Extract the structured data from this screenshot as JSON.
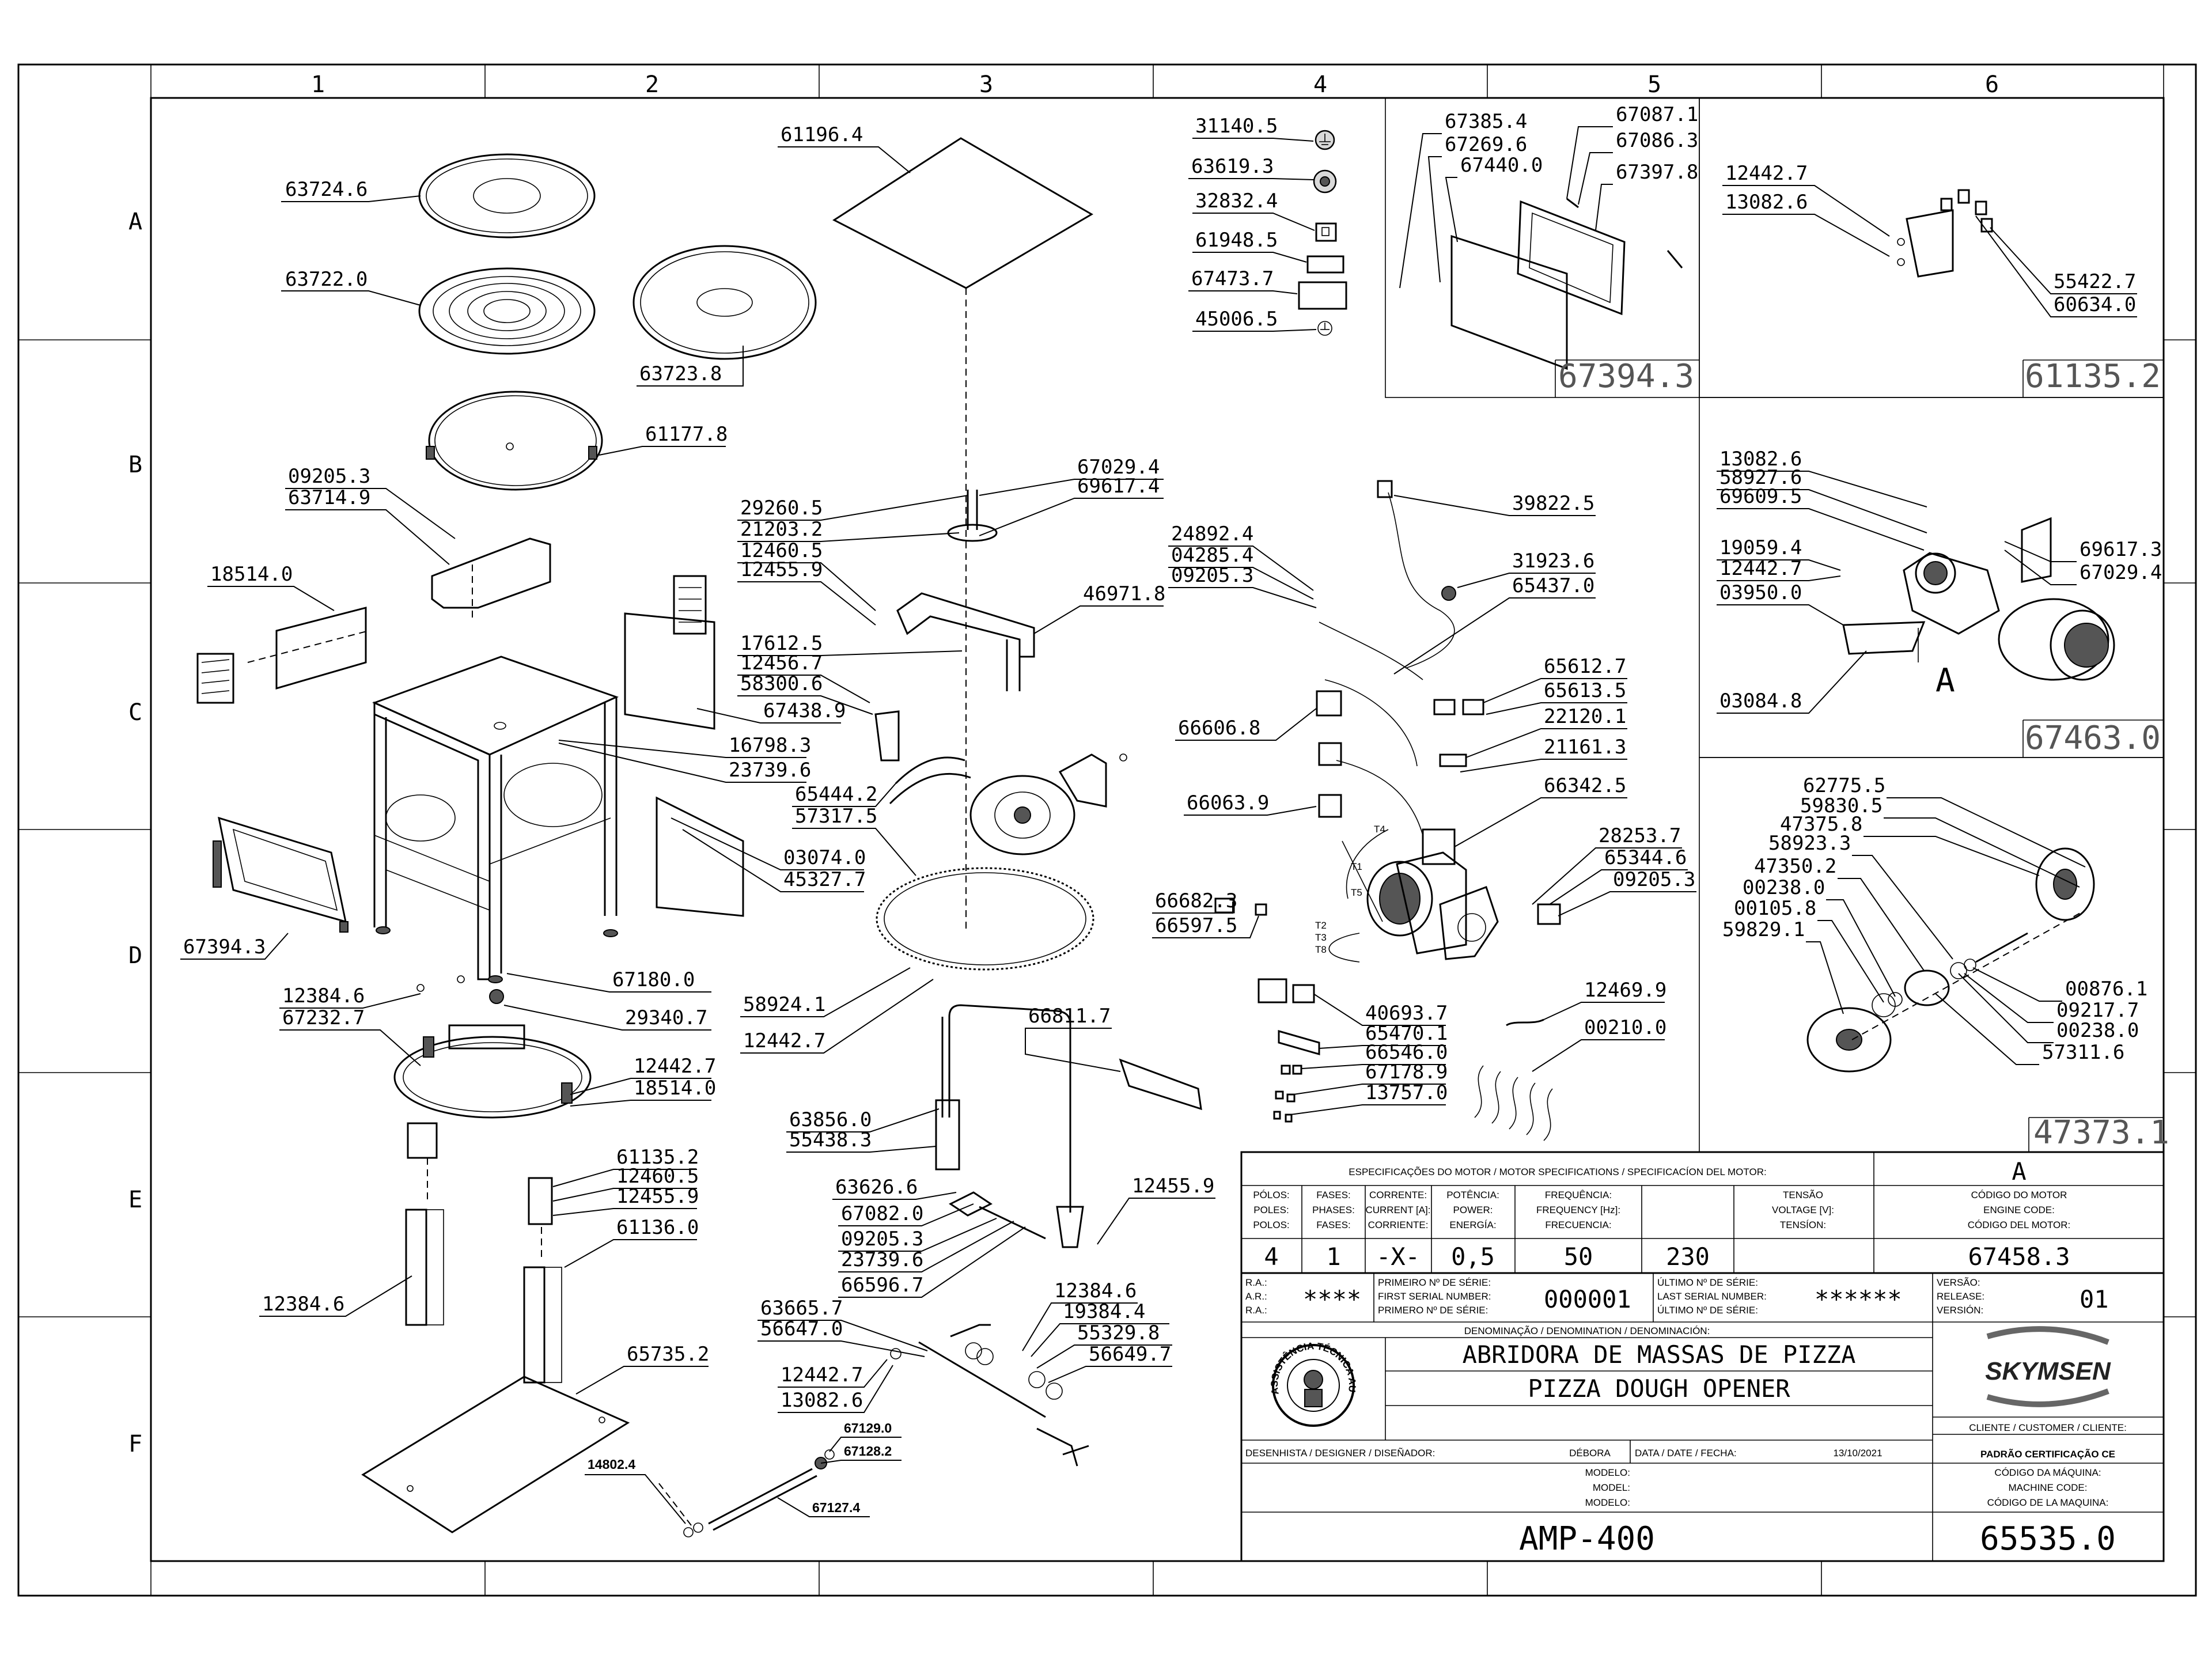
{
  "frame": {
    "columns": [
      "1",
      "2",
      "3",
      "4",
      "5",
      "6"
    ],
    "rows": [
      "A",
      "B",
      "C",
      "D",
      "E",
      "F"
    ]
  },
  "parts": {
    "p63724_6": "63724.6",
    "p63722_0": "63722.0",
    "p63723_8": "63723.8",
    "p61177_8": "61177.8",
    "p09205_3a": "09205.3",
    "p63714_9": "63714.9",
    "p18514_0a": "18514.0",
    "p67438_9": "67438.9",
    "p16798_3": "16798.3",
    "p23739_6a": "23739.6",
    "p03074_0": "03074.0",
    "p45327_7": "45327.7",
    "p67394_3a": "67394.3",
    "p12384_6a": "12384.6",
    "p67232_7": "67232.7",
    "p67180_0": "67180.0",
    "p29340_7": "29340.7",
    "p12442_7a": "12442.7",
    "p18514_0b": "18514.0",
    "p61135_2a": "61135.2",
    "p12460_5a": "12460.5",
    "p12455_9a": "12455.9",
    "p61136_0": "61136.0",
    "p12384_6b": "12384.6",
    "p65735_2": "65735.2",
    "p14802_4": "14802.4",
    "p67129_0": "67129.0",
    "p67128_2": "67128.2",
    "p67127_4": "67127.4",
    "p61196_4": "61196.4",
    "p67029_4a": "67029.4",
    "p69617_4": "69617.4",
    "p29260_5": "29260.5",
    "p21203_2": "21203.2",
    "p12460_5b": "12460.5",
    "p12455_9b": "12455.9",
    "p46971_8": "46971.8",
    "p17612_5": "17612.5",
    "p12456_7": "12456.7",
    "p58300_6": "58300.6",
    "p65444_2": "65444.2",
    "p57317_5": "57317.5",
    "p58924_1": "58924.1",
    "p12442_7b": "12442.7",
    "p66811_7": "66811.7",
    "p63856_0": "63856.0",
    "p55438_3": "55438.3",
    "p63626_6": "63626.6",
    "p67082_0": "67082.0",
    "p09205_3b": "09205.3",
    "p23739_6b": "23739.6",
    "p66596_7": "66596.7",
    "p12455_9c": "12455.9",
    "p12384_6c": "12384.6",
    "p19384_4": "19384.4",
    "p55329_8": "55329.8",
    "p56649_7": "56649.7",
    "p63665_7": "63665.7",
    "p56647_0": "56647.0",
    "p12442_7c": "12442.7",
    "p13082_6a": "13082.6",
    "p31140_5": "31140.5",
    "p63619_3": "63619.3",
    "p32832_4": "32832.4",
    "p61948_5": "61948.5",
    "p67473_7": "67473.7",
    "p45006_5": "45006.5",
    "p39822_5": "39822.5",
    "p24892_4": "24892.4",
    "p04285_4": "04285.4",
    "p09205_3c": "09205.3",
    "p31923_6": "31923.6",
    "p65437_0": "65437.0",
    "p65612_7": "65612.7",
    "p65613_5": "65613.5",
    "p22120_1": "22120.1",
    "p21161_3": "21161.3",
    "p66606_8": "66606.8",
    "p66063_9": "66063.9",
    "p66342_5": "66342.5",
    "p28253_7": "28253.7",
    "p65344_6": "65344.6",
    "p09205_3d": "09205.3",
    "p66682_3": "66682.3",
    "p66597_5": "66597.5",
    "p40693_7": "40693.7",
    "p65470_1": "65470.1",
    "p66546_0": "66546.0",
    "p67178_9": "67178.9",
    "p13757_0": "13757.0",
    "p12469_9": "12469.9",
    "p00210_0": "00210.0",
    "p67385_4": "67385.4",
    "p67269_6": "67269.6",
    "p67440_0": "67440.0",
    "p67087_1": "67087.1",
    "p67086_3": "67086.3",
    "p67397_8": "67397.8",
    "p12442_7d": "12442.7",
    "p13082_6b": "13082.6",
    "p55422_7": "55422.7",
    "p60634_0": "60634.0",
    "p13082_6c": "13082.6",
    "p58927_6": "58927.6",
    "p69609_5": "69609.5",
    "p19059_4": "19059.4",
    "p12442_7e": "12442.7",
    "p03950_0": "03950.0",
    "p03084_8": "03084.8",
    "p69617_3": "69617.3",
    "p67029_4b": "67029.4",
    "pA": "A",
    "p62775_5": "62775.5",
    "p59830_5": "59830.5",
    "p47375_8": "47375.8",
    "p58923_3": "58923.3",
    "p47350_2": "47350.2",
    "p00238_0a": "00238.0",
    "p00105_8": "00105.8",
    "p59829_1": "59829.1",
    "p00876_1": "00876.1",
    "p09217_7": "09217.7",
    "p00238_0b": "00238.0",
    "p57311_6": "57311.6",
    "wT4": "T4",
    "wT1": "T1",
    "wT5": "T5",
    "wT2": "T2",
    "wT3": "T3",
    "wT8": "T8"
  },
  "details": {
    "d1": "67394.3",
    "d2": "61135.2",
    "d3": "67463.0",
    "d4": "47373.1"
  },
  "motor_specs": {
    "header": "ESPECIFICAÇÕES DO MOTOR / MOTOR SPECIFICATIONS / SPECIFICACÍON DEL MOTOR:",
    "variant": "A",
    "col_poles": [
      "PÓLOS:",
      "POLES:",
      "POLOS:"
    ],
    "col_phases": [
      "FASES:",
      "PHASES:",
      "FASES:"
    ],
    "col_current": [
      "CORRENTE:",
      "CURRENT [A]:",
      "CORRIENTE:"
    ],
    "col_power": [
      "POTÊNCIA:",
      "POWER:",
      "ENERGÍA:"
    ],
    "col_freq": [
      "FREQUÊNCIA:",
      "FREQUENCY [Hz]:",
      "FRECUENCIA:"
    ],
    "col_voltage": [
      "TENSÃO",
      "VOLTAGE [V]:",
      "TENSÍON:"
    ],
    "col_code": [
      "CÓDIGO DO MOTOR",
      "ENGINE CODE:",
      "CÓDIGO DEL MOTOR:"
    ],
    "poles": "4",
    "phases": "1",
    "current": "-X-",
    "power": "0,5",
    "frequency": "50",
    "voltage": "230",
    "motor_code": "67458.3"
  },
  "serials": {
    "ra_labels": [
      "R.A.:",
      "A.R.:",
      "R.A.:"
    ],
    "ra_value": "****",
    "first_labels": [
      "PRIMEIRO Nº DE SÉRIE:",
      "FIRST SERIAL NUMBER:",
      "PRIMERO Nº DE SÉRIE:"
    ],
    "first_value": "000001",
    "last_labels": [
      "ÚLTIMO Nº DE SÉRIE:",
      "LAST SERIAL NUMBER:",
      "ÚLTIMO Nº DE SÉRIE:"
    ],
    "last_value": "******",
    "version_labels": [
      "VERSÃO:",
      "RELEASE:",
      "VERSIÓN:"
    ],
    "version_value": "01"
  },
  "title_block": {
    "denom_header": "DENOMINAÇÃO / DENOMINATION / DENOMINACIÓN:",
    "name_pt": "ABRIDORA DE MASSAS DE PIZZA",
    "name_en": "PIZZA DOUGH OPENER",
    "brand": "SKYMSEN",
    "seal_text": "ASSISTÊNCIA TÉCNICA AUTORIZADA",
    "client_label": "CLIENTE / CUSTOMER / CLIENTE:",
    "client_value": "PADRÃO CERTIFICAÇÃO CE",
    "designer_label": "DESENHISTA / DESIGNER / DISEÑADOR:",
    "designer": "DÉBORA",
    "date_label": "DATA / DATE / FECHA:",
    "date": "13/10/2021",
    "model_labels": [
      "MODELO:",
      "MODEL:",
      "MODELO:"
    ],
    "model": "AMP-400",
    "machine_code_labels": [
      "CÓDIGO DA MÁQUINA:",
      "MACHINE CODE:",
      "CÓDIGO DE LA MAQUINA:"
    ],
    "machine_code": "65535.0"
  }
}
